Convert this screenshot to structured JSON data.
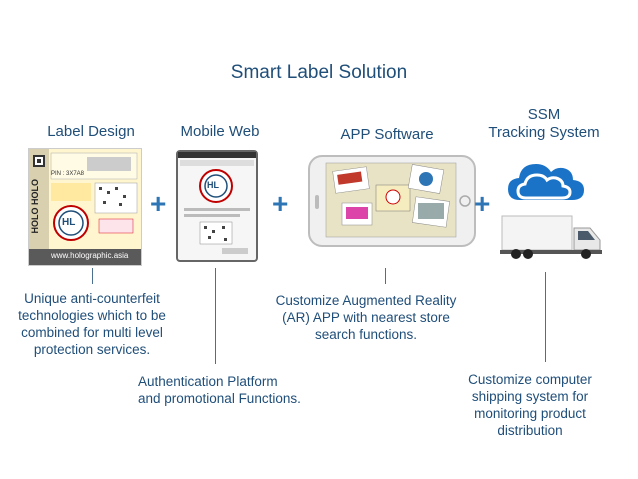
{
  "title": "Smart Label Solution",
  "columns": {
    "label_design": "Label Design",
    "mobile_web": "Mobile Web",
    "app_software": "APP Software",
    "ssm_line1": "SSM",
    "ssm_line2": "Tracking System"
  },
  "plus_symbol": "+",
  "label_image": {
    "holo_text": "HOLO HOLO",
    "url": "www.holographic.asia",
    "pin": "PIN : 3X7A8",
    "brand_initials": "HL"
  },
  "mobile_image": {
    "brand_initials": "HL"
  },
  "descriptions": {
    "label_design": [
      "Unique anti-counterfeit",
      "technologies which to be",
      "combined for multi level",
      "protection services."
    ],
    "mobile_web": [
      "Authentication Platform",
      "and promotional Functions."
    ],
    "app_software": [
      "Customize Augmented Reality",
      "(AR) APP with nearest store",
      "search functions."
    ],
    "ssm": [
      "Customize computer",
      "shipping system for",
      "monitoring  product",
      "distribution"
    ]
  },
  "colors": {
    "text": "#1f4e79",
    "plus": "#2e75b6",
    "cloud": "#1a73c7"
  },
  "icons": [
    "cloud-icon",
    "truck-icon",
    "smartphone-icon",
    "holographic-label-image",
    "mobile-web-screenshot"
  ]
}
